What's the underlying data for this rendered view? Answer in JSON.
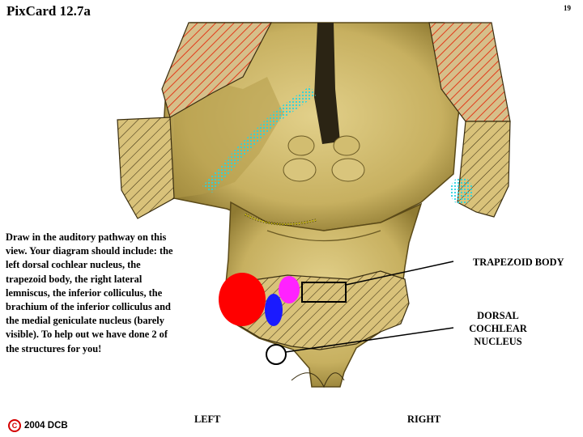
{
  "header": {
    "title": "PixCard 12.7a",
    "slide_number": "19"
  },
  "instructions": "Draw in the auditory pathway on this view.  Your diagram should include: the left dorsal cochlear nucleus, the trapezoid body, the right lateral lemniscus, the inferior colliculus, the brachium of the inferior colliculus and the medial geniculate nucleus (barely visible).  To help out we have done 2 of the structures for you!",
  "labels": {
    "trapezoid_body": "TRAPEZOID BODY",
    "dorsal_cochlear": "DORSAL COCHLEAR NUCLEUS",
    "left": "LEFT",
    "right": "RIGHT"
  },
  "footer": {
    "copyright_symbol": "C",
    "copyright_text": "2004 DCB"
  },
  "colors": {
    "brain_tissue": "#cdb96a",
    "brain_shadow": "#6b5a24",
    "red_hatch": "#e23b1a",
    "cyan_marking": "#29d4e0",
    "yellow_dotted": "#f2e400",
    "red_region": "#ff0000",
    "blue_region": "#1a1aff",
    "magenta_region": "#ff22ff",
    "copyright_red": "#d40000"
  }
}
